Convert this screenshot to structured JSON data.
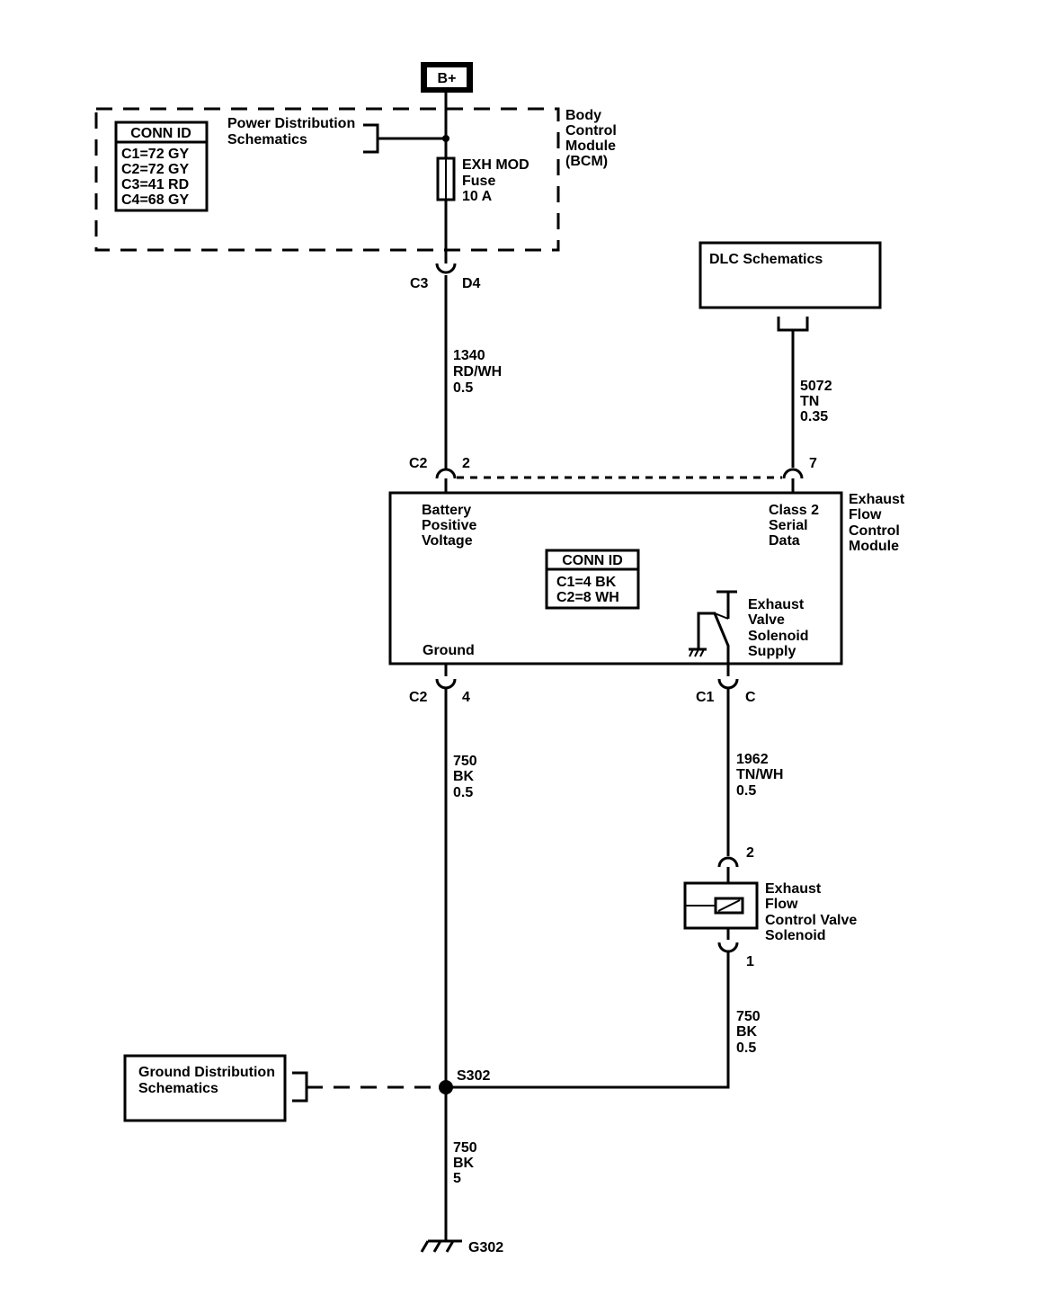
{
  "battery": {
    "label": "B+"
  },
  "bcm": {
    "name_lines": [
      "Body",
      "Control",
      "Module",
      "(BCM)"
    ],
    "conn_id_title": "CONN ID",
    "conn_id_rows": [
      "C1=72 GY",
      "C2=72 GY",
      "C3=41 RD",
      "C4=68 GY"
    ],
    "power_ref_lines": [
      "Power Distribution",
      "Schematics"
    ],
    "fuse_lines": [
      "EXH MOD",
      "Fuse",
      "10 A"
    ],
    "connector": "C3",
    "pin": "D4"
  },
  "wire_1340": {
    "lines": [
      "1340",
      "RD/WH",
      "0.5"
    ]
  },
  "dlc": {
    "label": "DLC Schematics"
  },
  "wire_5072": {
    "lines": [
      "5072",
      "TN",
      "0.35"
    ]
  },
  "efcm": {
    "name_lines": [
      "Exhaust",
      "Flow",
      "Control",
      "Module"
    ],
    "conn_id_title": "CONN ID",
    "conn_id_rows": [
      "C1=4 BK",
      "C2=8 WH"
    ],
    "battery_label_lines": [
      "Battery",
      "Positive",
      "Voltage"
    ],
    "class2_label_lines": [
      "Class 2",
      "Serial",
      "Data"
    ],
    "ground_label": "Ground",
    "solenoid_supply_lines": [
      "Exhaust",
      "Valve",
      "Solenoid",
      "Supply"
    ],
    "top_connector": "C2",
    "top_left_pin": "2",
    "top_right_pin": "7",
    "bottom_left_connector": "C2",
    "bottom_left_pin": "4",
    "bottom_right_connector": "C1",
    "bottom_right_pin": "C"
  },
  "wire_750_left": {
    "lines": [
      "750",
      "BK",
      "0.5"
    ]
  },
  "wire_1962": {
    "lines": [
      "1962",
      "TN/WH",
      "0.5"
    ]
  },
  "solenoid": {
    "name_lines": [
      "Exhaust",
      "Flow",
      "Control Valve",
      "Solenoid"
    ],
    "top_pin": "2",
    "bottom_pin": "1"
  },
  "wire_750_right": {
    "lines": [
      "750",
      "BK",
      "0.5"
    ]
  },
  "ground_dist": {
    "lines": [
      "Ground Distribution",
      "Schematics"
    ]
  },
  "splice": {
    "label": "S302"
  },
  "wire_750_main": {
    "lines": [
      "750",
      "BK",
      "5"
    ]
  },
  "ground": {
    "label": "G302"
  }
}
